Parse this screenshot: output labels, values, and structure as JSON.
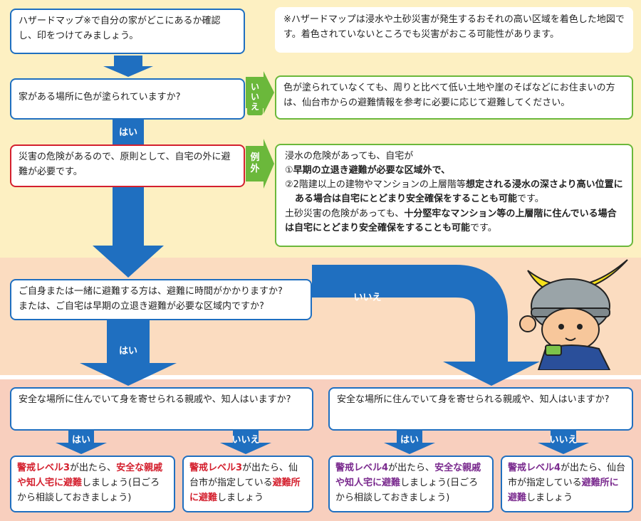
{
  "colors": {
    "blue": "#1f6fc0",
    "red": "#d4202e",
    "green": "#6bb83b",
    "purple": "#7a2a8e",
    "band1": "#fdf0c2",
    "band2": "#fbdcc0",
    "band3": "#f8cfbe"
  },
  "step1": {
    "text": "ハザードマップ※で自分の家がどこにあるか確認し、印をつけてみましょう。"
  },
  "note": {
    "text": "※ハザードマップは浸水や土砂災害が発生するおそれの高い区域を着色した地図です。着色されていないところでも災害がおこる可能性があります。"
  },
  "step2": {
    "text": "家がある場所に色が塗られていますか?"
  },
  "tag_no": "いいえ",
  "tag_exception": "例外",
  "step2_no": {
    "text": "色が塗られていなくても、周りと比べて低い土地や崖のそばなどにお住まいの方は、仙台市からの避難情報を参考に必要に応じて避難してください。"
  },
  "label_yes1": "はい",
  "step3": {
    "text": "災害の危険があるので、原則として、自宅の外に避難が必要です。"
  },
  "exception": {
    "line1": "浸水の危険があっても、自宅が",
    "item1_a": "①",
    "item1_b": "早期の立退き避難が必要な区域外で、",
    "item2_a": "②2階建以上の建物やマンションの上層階等",
    "item2_b": "想定される浸水の深さより高い位置にある場合は自宅にとどまり安全確保をすることも可能",
    "item2_c": "です。",
    "line3_a": "土砂災害の危険があっても、",
    "line3_b": "十分堅牢なマンション等の上層階に住んでいる場合は自宅にとどまり安全確保をすることも可能",
    "line3_c": "です。"
  },
  "step4": {
    "text": "ご自身または一緒に避難する方は、避難に時間がかかりますか?\nまたは、ご自宅は早期の立退き避難が必要な区域内ですか?"
  },
  "label_no_right": "いいえ",
  "label_yes2": "はい",
  "q_left": {
    "text": "安全な場所に住んでいて身を寄せられる親戚や、知人はいますか?"
  },
  "q_right": {
    "text": "安全な場所に住んでいて身を寄せられる親戚や、知人はいますか?"
  },
  "labels_bottom": {
    "yes": "はい",
    "no": "いいえ"
  },
  "r1": {
    "a": "警戒レベル3",
    "b": "が出たら、",
    "c": "安全な親戚や知人宅に避難",
    "d": "しましょう(日ごろから相談しておきましょう)"
  },
  "r2": {
    "a": "警戒レベル3",
    "b": "が出たら、仙台市が指定している",
    "c": "避難所に避難",
    "d": "しましょう"
  },
  "r3": {
    "a": "警戒レベル4",
    "b": "が出たら、",
    "c": "安全な親戚や知人宅に避難",
    "d": "しましょう(日ごろから相談しておきましょう)"
  },
  "r4": {
    "a": "警戒レベル4",
    "b": "が出たら、仙台市が指定している",
    "c": "避難所に避難",
    "d": "しましょう"
  }
}
